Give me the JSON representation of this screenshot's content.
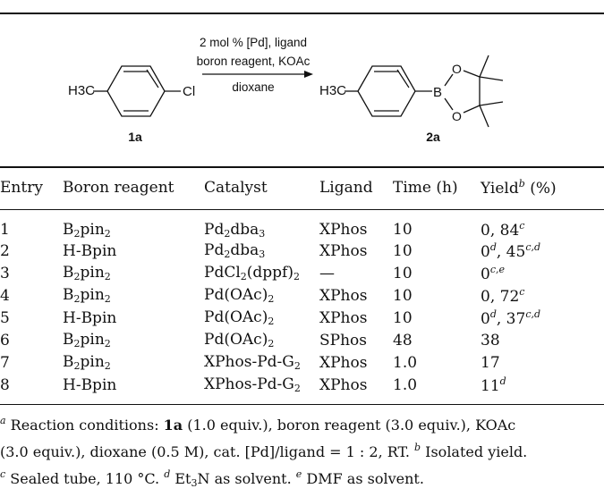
{
  "scheme": {
    "reactant_label": "1a",
    "product_label": "2a",
    "reactant_methyl": "H3C",
    "product_methyl": "H3C",
    "reactant_chloride": "Cl",
    "boron_atom": "B",
    "oxygen_atom": "O",
    "conditions_line1": "2 mol % [Pd], ligand",
    "conditions_line2": "boron reagent, KOAc",
    "conditions_line3": "dioxane"
  },
  "table": {
    "headers": [
      "Entry",
      "Boron reagent",
      "Catalyst",
      "Ligand",
      "Time (h)",
      "Yield",
      "b",
      " (%)"
    ],
    "rows": [
      {
        "entry": "1",
        "boron": "B2pin2",
        "catalyst": "Pd2dba3",
        "ligand": "XPhos",
        "time": "10",
        "yield": "0, 84c"
      },
      {
        "entry": "2",
        "boron": "H-Bpin",
        "catalyst": "Pd2dba3",
        "ligand": "XPhos",
        "time": "10",
        "yield": "0d, 45c,d"
      },
      {
        "entry": "3",
        "boron": "B2pin2",
        "catalyst": "PdCl2(dppf)2",
        "ligand": "—",
        "time": "10",
        "yield": "0c,e"
      },
      {
        "entry": "4",
        "boron": "B2pin2",
        "catalyst": "Pd(OAc)2",
        "ligand": "XPhos",
        "time": "10",
        "yield": "0, 72c"
      },
      {
        "entry": "5",
        "boron": "H-Bpin",
        "catalyst": "Pd(OAc)2",
        "ligand": "XPhos",
        "time": "10",
        "yield": "0d, 37c,d"
      },
      {
        "entry": "6",
        "boron": "B2pin2",
        "catalyst": "Pd(OAc)2",
        "ligand": "SPhos",
        "time": "48",
        "yield": "38"
      },
      {
        "entry": "7",
        "boron": "B2pin2",
        "catalyst": "XPhos-Pd-G2",
        "ligand": "XPhos",
        "time": "1.0",
        "yield": "17"
      },
      {
        "entry": "8",
        "boron": "H-Bpin",
        "catalyst": "XPhos-Pd-G2",
        "ligand": "XPhos",
        "time": "1.0",
        "yield": "11d"
      }
    ]
  },
  "footnotes": {
    "a_mark": "a",
    "a_part1": " Reaction conditions: ",
    "a_bold": "1a",
    "a_part2": " (1.0 equiv.), boron reagent (3.0 equiv.), KOAc",
    "a_line2": "(3.0 equiv.), dioxane (0.5 M), cat. [Pd]/ligand = 1 : 2, RT. ",
    "b_mark": "b",
    "b_text": " Isolated yield.",
    "c_mark": "c",
    "c_text": " Sealed tube, 110 °C. ",
    "d_mark": "d",
    "d_text": " Et3N as solvent. ",
    "e_mark": "e",
    "e_text": " DMF as solvent."
  }
}
